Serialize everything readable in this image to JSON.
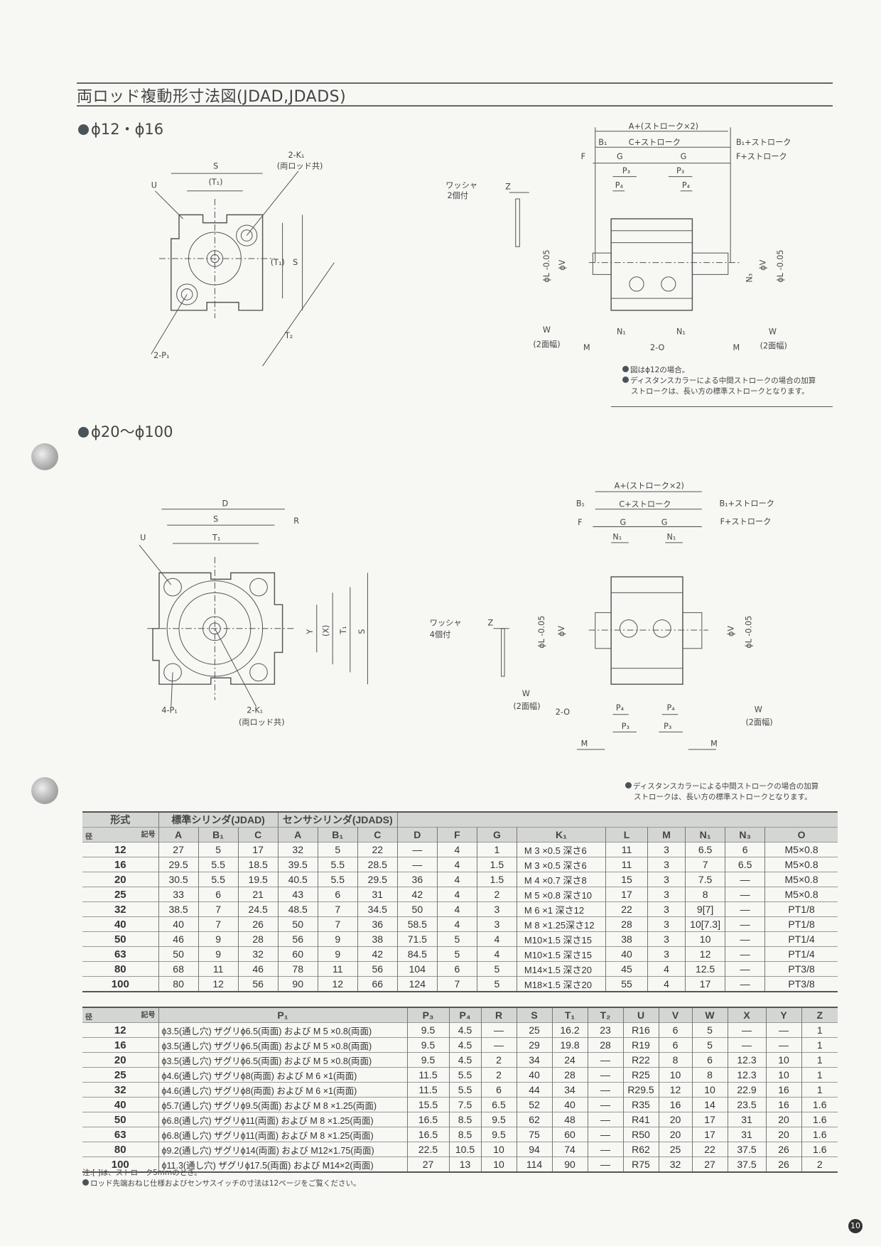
{
  "title": "両ロッド複動形寸法図(JDAD,JDADS)",
  "section1": "ϕ12・ϕ16",
  "section2": "ϕ20〜ϕ100",
  "notes_top": [
    "図はϕ12の場合。",
    "ディスタンスカラーによる中間ストロークの場合の加算",
    "ストロークは、長い方の標準ストロークとなります。"
  ],
  "notes_mid": [
    "ディスタンスカラーによる中間ストロークの場合の加算",
    "ストロークは、長い方の標準ストロークとなります。"
  ],
  "labels": {
    "S": "S",
    "T1p": "(T₁)",
    "T1": "T₁",
    "T2": "T₂",
    "U": "U",
    "K1": "2-K₁",
    "both": "(両ロッド共)",
    "P1_2": "2-P₁",
    "P1_4": "4-P₁",
    "D": "D",
    "R": "R",
    "Y": "Y",
    "X": "(X)",
    "A": "A+(ストローク×2)",
    "B1": "B₁",
    "C": "C+ストローク",
    "B1s": "B₁+ストローク",
    "F": "F",
    "G": "G",
    "Fs": "F+ストローク",
    "P3": "P₃",
    "P4": "P₄",
    "washer": "ワッシャ",
    "two": "2個付",
    "four": "4個付",
    "Z": "Z",
    "phiL": "ϕL -0.05",
    "phiV": "ϕV",
    "N3": "N₃",
    "N1": "N₁",
    "W": "W",
    "flat": "(2面幅)",
    "M": "M",
    "O": "2-O"
  },
  "table1": {
    "group_header": {
      "type": "形式",
      "std": "標準シリンダ(JDAD)",
      "sensor": "センサシリンダ(JDADS)"
    },
    "corner": {
      "bore": "径",
      "symbol": "記号"
    },
    "columns": [
      "A",
      "B₁",
      "C",
      "A",
      "B₁",
      "C",
      "D",
      "F",
      "G",
      "K₁",
      "L",
      "M",
      "N₁",
      "N₃",
      "O"
    ],
    "rows": [
      [
        "12",
        "27",
        "5",
        "17",
        "32",
        "5",
        "22",
        "—",
        "4",
        "1",
        "M 3 ×0.5  深さ6",
        "11",
        "3",
        "6.5",
        "6",
        "M5×0.8"
      ],
      [
        "16",
        "29.5",
        "5.5",
        "18.5",
        "39.5",
        "5.5",
        "28.5",
        "—",
        "4",
        "1.5",
        "M 3 ×0.5  深さ6",
        "11",
        "3",
        "7",
        "6.5",
        "M5×0.8"
      ],
      [
        "20",
        "30.5",
        "5.5",
        "19.5",
        "40.5",
        "5.5",
        "29.5",
        "36",
        "4",
        "1.5",
        "M 4 ×0.7  深さ8",
        "15",
        "3",
        "7.5",
        "—",
        "M5×0.8"
      ],
      [
        "25",
        "33",
        "6",
        "21",
        "43",
        "6",
        "31",
        "42",
        "4",
        "2",
        "M 5 ×0.8  深さ10",
        "17",
        "3",
        "8",
        "—",
        "M5×0.8"
      ],
      [
        "32",
        "38.5",
        "7",
        "24.5",
        "48.5",
        "7",
        "34.5",
        "50",
        "4",
        "3",
        "M 6 ×1    深さ12",
        "22",
        "3",
        "9[7]",
        "—",
        "PT1/8"
      ],
      [
        "40",
        "40",
        "7",
        "26",
        "50",
        "7",
        "36",
        "58.5",
        "4",
        "3",
        "M 8 ×1.25深さ12",
        "28",
        "3",
        "10[7.3]",
        "—",
        "PT1/8"
      ],
      [
        "50",
        "46",
        "9",
        "28",
        "56",
        "9",
        "38",
        "71.5",
        "5",
        "4",
        "M10×1.5  深さ15",
        "38",
        "3",
        "10",
        "—",
        "PT1/4"
      ],
      [
        "63",
        "50",
        "9",
        "32",
        "60",
        "9",
        "42",
        "84.5",
        "5",
        "4",
        "M10×1.5  深さ15",
        "40",
        "3",
        "12",
        "—",
        "PT1/4"
      ],
      [
        "80",
        "68",
        "11",
        "46",
        "78",
        "11",
        "56",
        "104",
        "6",
        "5",
        "M14×1.5  深さ20",
        "45",
        "4",
        "12.5",
        "—",
        "PT3/8"
      ],
      [
        "100",
        "80",
        "12",
        "56",
        "90",
        "12",
        "66",
        "124",
        "7",
        "5",
        "M18×1.5  深さ20",
        "55",
        "4",
        "17",
        "—",
        "PT3/8"
      ]
    ]
  },
  "table2": {
    "corner": {
      "bore": "径",
      "symbol": "記号"
    },
    "columns": [
      "P₁",
      "P₃",
      "P₄",
      "R",
      "S",
      "T₁",
      "T₂",
      "U",
      "V",
      "W",
      "X",
      "Y",
      "Z"
    ],
    "rows": [
      [
        "12",
        "ϕ3.5(通し穴) ザグリϕ6.5(両面)  および  M 5 ×0.8(両面)",
        "9.5",
        "4.5",
        "—",
        "25",
        "16.2",
        "23",
        "R16",
        "6",
        "5",
        "—",
        "—",
        "1"
      ],
      [
        "16",
        "ϕ3.5(通し穴) ザグリϕ6.5(両面)  および  M 5 ×0.8(両面)",
        "9.5",
        "4.5",
        "—",
        "29",
        "19.8",
        "28",
        "R19",
        "6",
        "5",
        "—",
        "—",
        "1"
      ],
      [
        "20",
        "ϕ3.5(通し穴) ザグリϕ6.5(両面)  および  M 5 ×0.8(両面)",
        "9.5",
        "4.5",
        "2",
        "34",
        "24",
        "—",
        "R22",
        "8",
        "6",
        "12.3",
        "10",
        "1"
      ],
      [
        "25",
        "ϕ4.6(通し穴) ザグリϕ8(両面)     および  M 6 ×1(両面)",
        "11.5",
        "5.5",
        "2",
        "40",
        "28",
        "—",
        "R25",
        "10",
        "8",
        "12.3",
        "10",
        "1"
      ],
      [
        "32",
        "ϕ4.6(通し穴) ザグリϕ8(両面)     および  M 6 ×1(両面)",
        "11.5",
        "5.5",
        "6",
        "44",
        "34",
        "—",
        "R29.5",
        "12",
        "10",
        "22.9",
        "16",
        "1"
      ],
      [
        "40",
        "ϕ5.7(通し穴) ザグリϕ9.5(両面)  および  M 8 ×1.25(両面)",
        "15.5",
        "7.5",
        "6.5",
        "52",
        "40",
        "—",
        "R35",
        "16",
        "14",
        "23.5",
        "16",
        "1.6"
      ],
      [
        "50",
        "ϕ6.8(通し穴) ザグリϕ11(両面)   および  M 8 ×1.25(両面)",
        "16.5",
        "8.5",
        "9.5",
        "62",
        "48",
        "—",
        "R41",
        "20",
        "17",
        "31",
        "20",
        "1.6"
      ],
      [
        "63",
        "ϕ6.8(通し穴) ザグリϕ11(両面)   および  M 8 ×1.25(両面)",
        "16.5",
        "8.5",
        "9.5",
        "75",
        "60",
        "—",
        "R50",
        "20",
        "17",
        "31",
        "20",
        "1.6"
      ],
      [
        "80",
        "ϕ9.2(通し穴) ザグリϕ14(両面)   および  M12×1.75(両面)",
        "22.5",
        "10.5",
        "10",
        "94",
        "74",
        "—",
        "R62",
        "25",
        "22",
        "37.5",
        "26",
        "1.6"
      ],
      [
        "100",
        "ϕ11.3(通し穴) ザグリϕ17.5(両面) および  M14×2(両面)",
        "27",
        "13",
        "10",
        "114",
        "90",
        "—",
        "R75",
        "32",
        "27",
        "37.5",
        "26",
        "2"
      ]
    ]
  },
  "footnotes": [
    "注:[  ]は、ストローク5mmのとき。",
    "ロッド先端おねじ仕様およびセンサスイッチの寸法は12ページをご覧ください。"
  ],
  "page_number": "10"
}
